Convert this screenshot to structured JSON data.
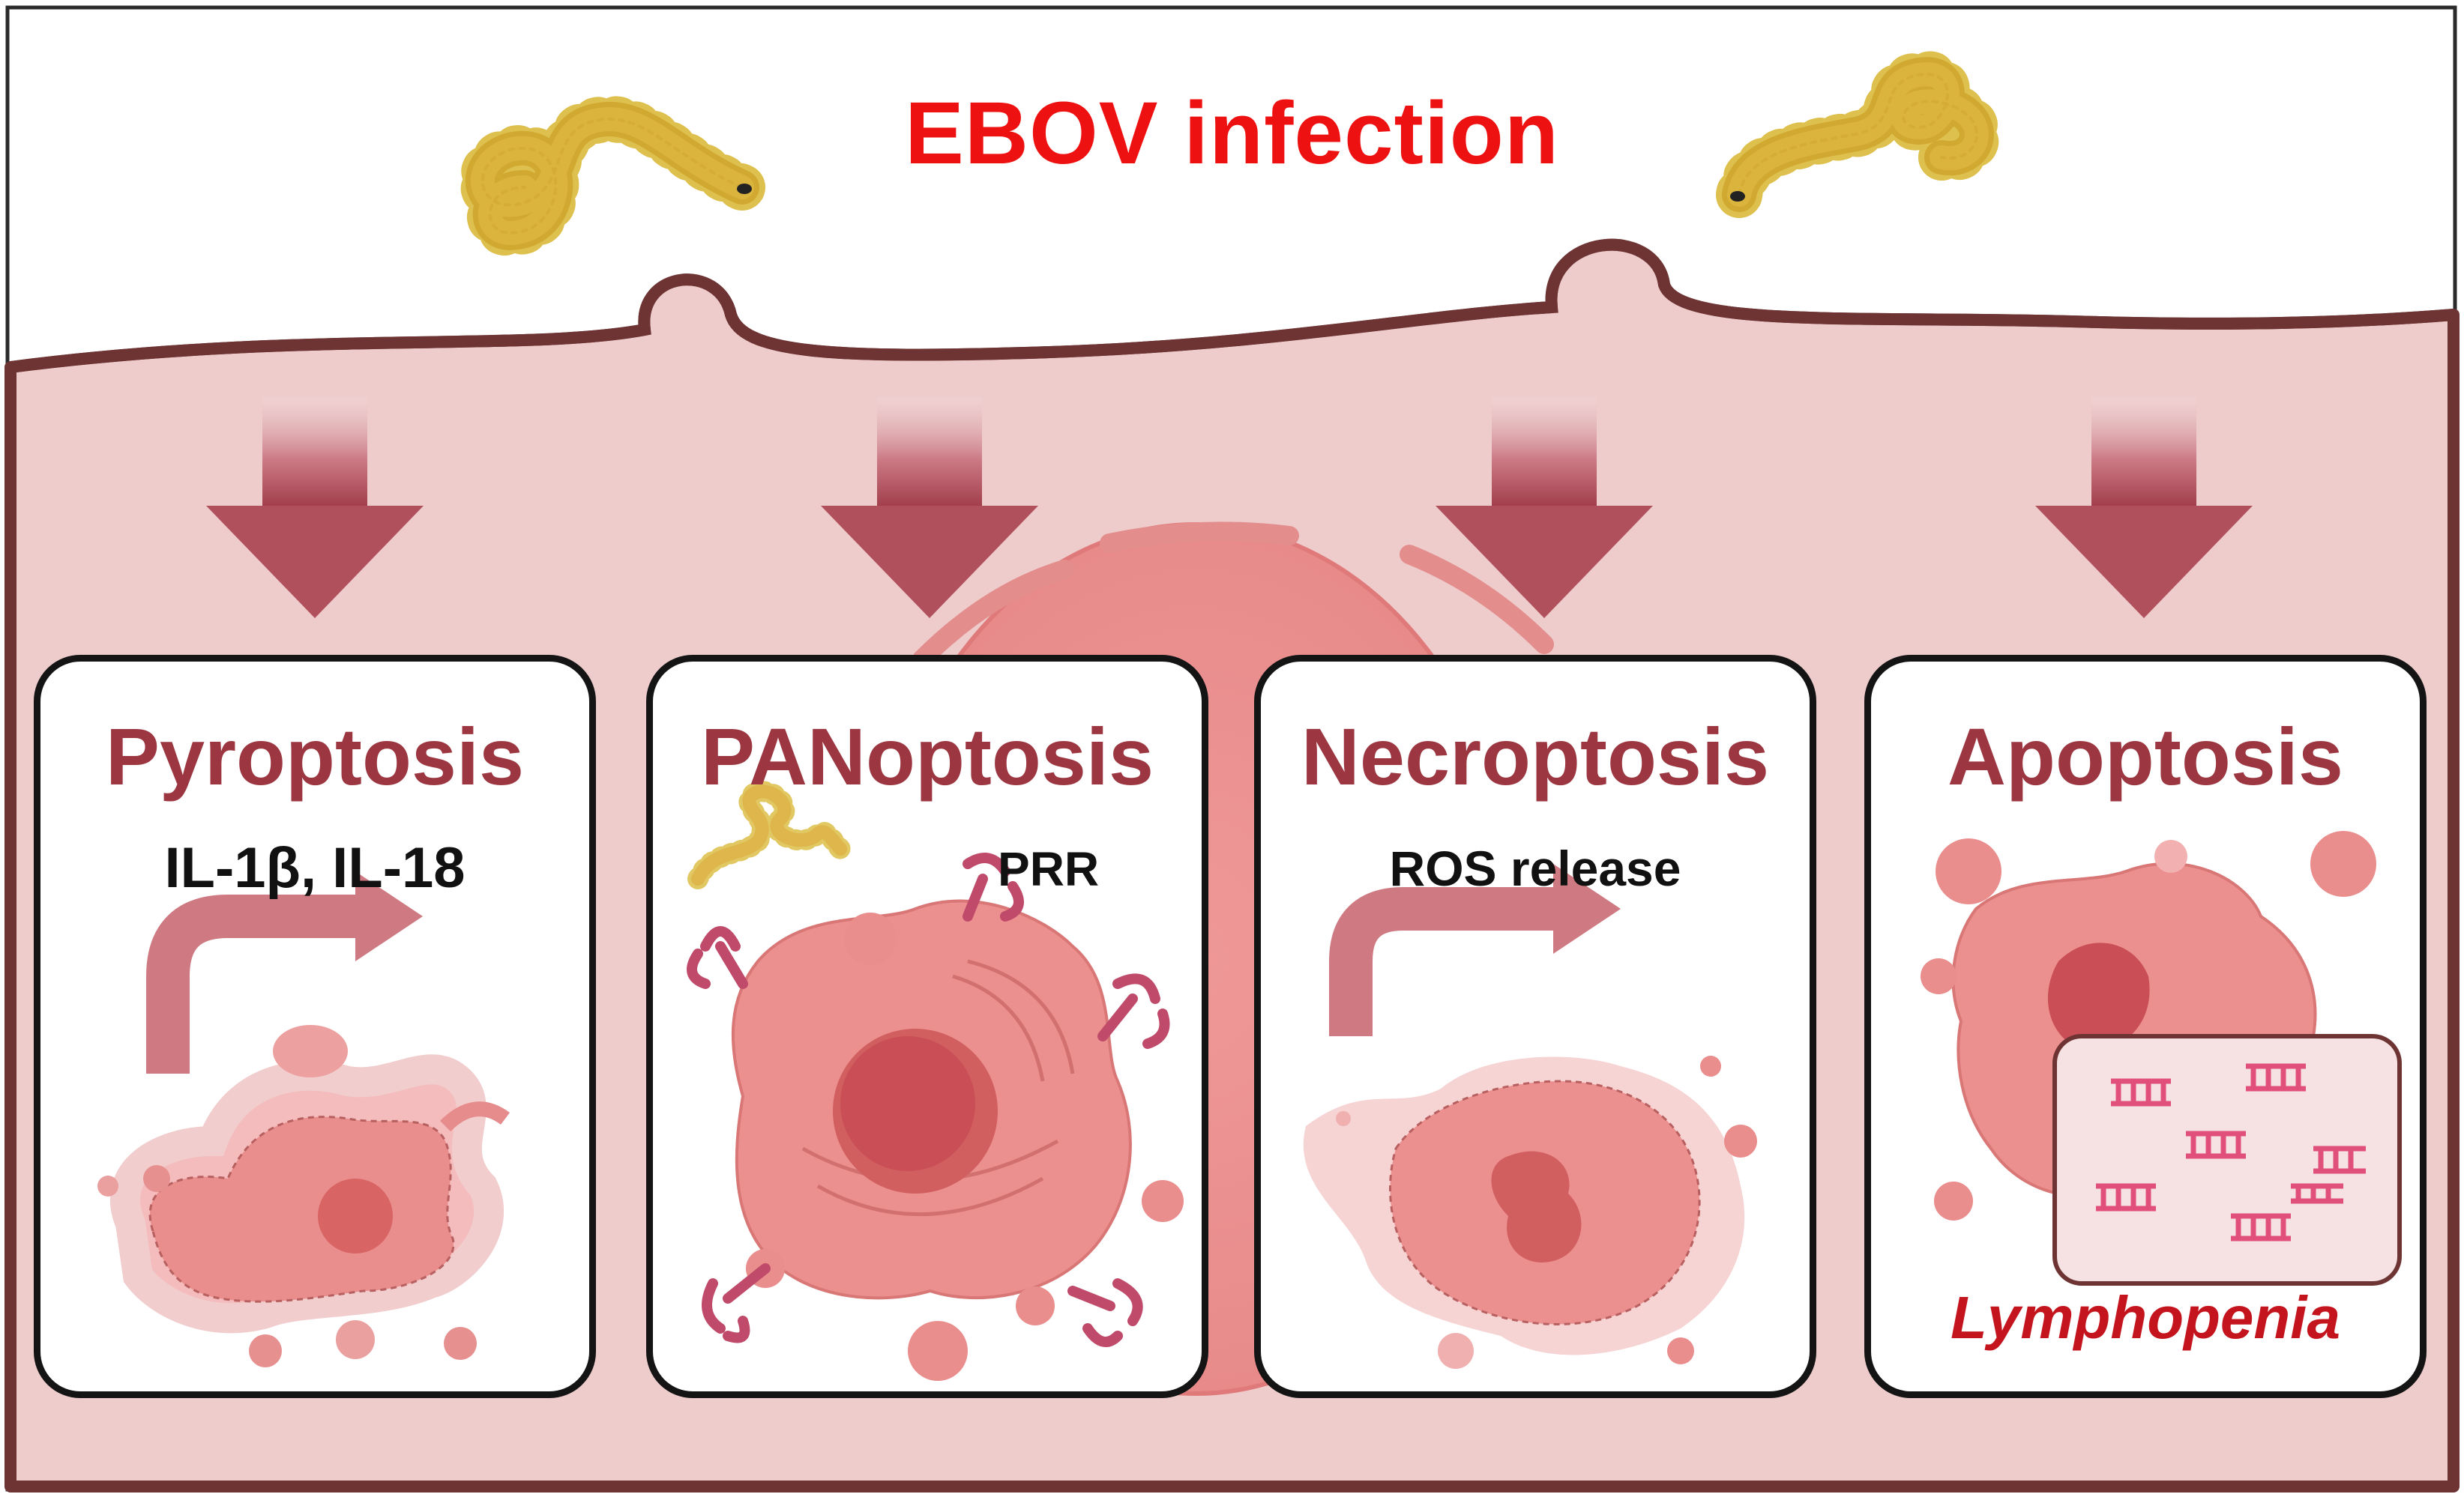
{
  "title": "EBOV infection",
  "panels": [
    {
      "title": "Pyroptosis",
      "label": "IL-1β, IL-18"
    },
    {
      "title": "PANoptosis",
      "label": "PRR"
    },
    {
      "title": "Necroptosis",
      "label": "ROS release"
    },
    {
      "title": "Apoptosis",
      "label": "Lymphopenia"
    }
  ],
  "colors": {
    "title": "#ee1111",
    "panel_title": "#9c3741",
    "membrane": "#6e3434",
    "cytoplasm": "#efcccc",
    "cell": "#ec8f8f",
    "arrow": "#a84a58",
    "lymphopenia": "#c4141d"
  }
}
